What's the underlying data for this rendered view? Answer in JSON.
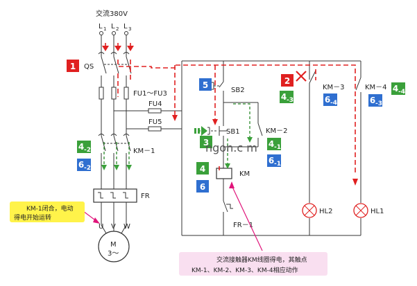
{
  "title": "交流380V",
  "phases": [
    {
      "letter": "L",
      "sub": "1"
    },
    {
      "letter": "L",
      "sub": "2"
    },
    {
      "letter": "L",
      "sub": "3"
    }
  ],
  "labels": {
    "qs": "QS",
    "fu13": "FU1～FU3",
    "fu4": "FU4",
    "fu5": "FU5",
    "km1": "KM－1",
    "fr": "FR",
    "u": "U",
    "v": "V",
    "w": "W",
    "motor_m": "M",
    "motor_3": "3～",
    "sb2": "SB2",
    "sb1": "SB1",
    "km2": "KM－2",
    "km_coil": "KM",
    "fr1": "FR－1",
    "km3": "KM－3",
    "km4": "KM－4",
    "hl2": "HL2",
    "hl1": "HL1",
    "watermark": "ngon.c m"
  },
  "badges": {
    "b1": "1",
    "b2": "2",
    "b3": "3",
    "b4": "4",
    "b5": "5",
    "b6": "6",
    "b4_1": {
      "main": "4",
      "sub": "-1"
    },
    "b4_2": {
      "main": "4",
      "sub": "-2"
    },
    "b4_3": {
      "main": "4",
      "sub": "-3"
    },
    "b4_4": {
      "main": "4",
      "sub": "-4"
    },
    "b6_1": {
      "main": "6",
      "sub": "-1"
    },
    "b6_2": {
      "main": "6",
      "sub": "-2"
    },
    "b6_3": {
      "main": "6",
      "sub": "-3"
    },
    "b6_4": {
      "main": "6",
      "sub": "-4"
    }
  },
  "notes": {
    "left_line1": "KM-1闭合，电动",
    "left_line2": "得电开始运转",
    "bottom_line1": "交流接触器KM线圈得电，其触点",
    "bottom_line2": "KM-1、KM-2、KM-3、KM-4相应动作"
  },
  "colors": {
    "red": "#e02020",
    "green": "#3aa03a",
    "blue": "#2f6fd0",
    "wire": "#333333",
    "note_yellow": "#fff34a",
    "note_pink": "#f9dff0",
    "pointer": "#e0147a"
  }
}
